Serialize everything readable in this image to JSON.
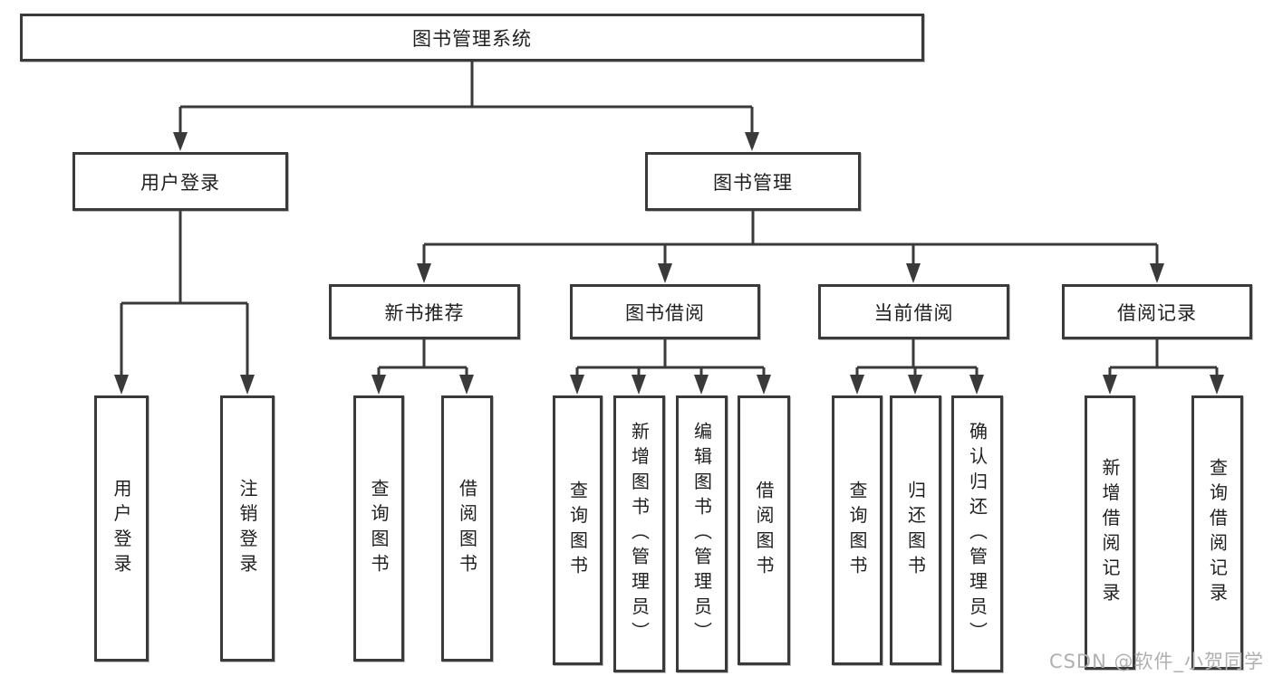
{
  "nodes": {
    "root": "图书管理系统",
    "user_login": "用户登录",
    "book_mgmt": "图书管理",
    "new_book_rec": "新书推荐",
    "book_borrow": "图书借阅",
    "current_borrow": "当前借阅",
    "borrow_record": "借阅记录",
    "leaf_login": "用户登录",
    "leaf_logout": "注销登录",
    "leaf_rec_query": "查询图书",
    "leaf_rec_borrow": "借阅图书",
    "leaf_bb_query": "查询图书",
    "leaf_bb_add": "新增图书（管理员）",
    "leaf_bb_edit": "编辑图书（管理员）",
    "leaf_bb_borrow": "借阅图书",
    "leaf_cb_query": "查询图书",
    "leaf_cb_return": "归还图书",
    "leaf_cb_confirm": "确认归还（管理员）",
    "leaf_br_add": "新增借阅记录",
    "leaf_br_query": "查询借阅记录"
  },
  "watermark": "CSDN @软件_小贺同学"
}
